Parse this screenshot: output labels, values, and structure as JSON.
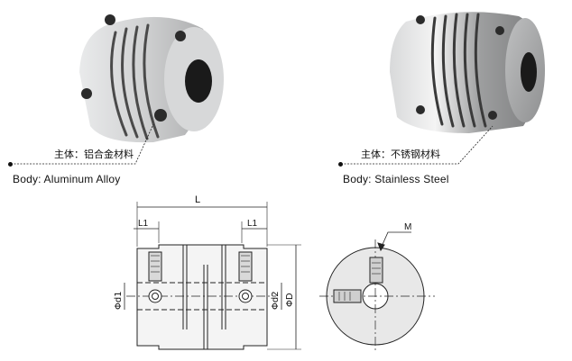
{
  "products": [
    {
      "label_cn": "主体：铝合金材料",
      "label_en": "Body: Aluminum  Alloy"
    },
    {
      "label_cn": "主体：不锈钢材料",
      "label_en": "Body: Stainless  Steel"
    }
  ],
  "drawing": {
    "dim_L": "L",
    "dim_L1_left": "L1",
    "dim_L1_right": "L1",
    "dim_d1": "Φd1",
    "dim_d2": "Φd2",
    "dim_D": "ΦD",
    "dim_M": "M"
  },
  "colors": {
    "aluminum": "#c9cacb",
    "stainless": "#9c9d9f",
    "line": "#222222"
  }
}
